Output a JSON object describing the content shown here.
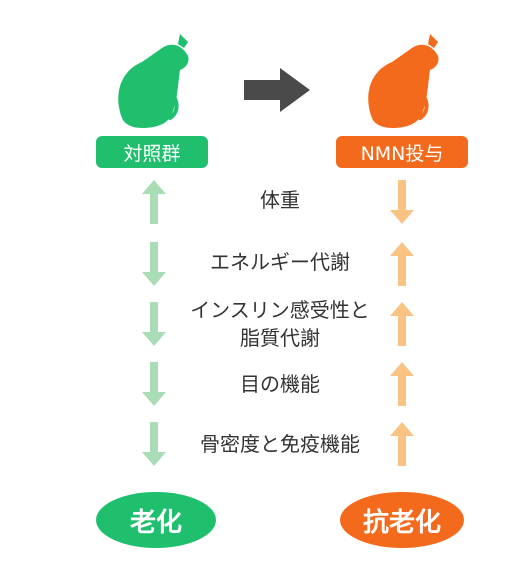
{
  "colors": {
    "control_green": "#1fbf6e",
    "control_arrow": "#a8ddb6",
    "nmn_orange": "#f36a1c",
    "nmn_arrow": "#f9c483",
    "transition_arrow": "#4a4a4a"
  },
  "icons": {
    "control": "mouse-icon",
    "nmn": "mouse-icon",
    "transition": "right-arrow-icon"
  },
  "groups": {
    "control": {
      "label": "対照群",
      "outcome": "老化"
    },
    "nmn": {
      "label": "NMN投与",
      "outcome": "抗老化"
    }
  },
  "factors": [
    {
      "lines": [
        "体重"
      ],
      "control_direction": "up",
      "nmn_direction": "down"
    },
    {
      "lines": [
        "エネルギー代謝"
      ],
      "control_direction": "down",
      "nmn_direction": "up"
    },
    {
      "lines": [
        "インスリン感受性と",
        "脂質代謝"
      ],
      "control_direction": "down",
      "nmn_direction": "up"
    },
    {
      "lines": [
        "目の機能"
      ],
      "control_direction": "down",
      "nmn_direction": "up"
    },
    {
      "lines": [
        "骨密度と免疫機能"
      ],
      "control_direction": "down",
      "nmn_direction": "up"
    }
  ]
}
